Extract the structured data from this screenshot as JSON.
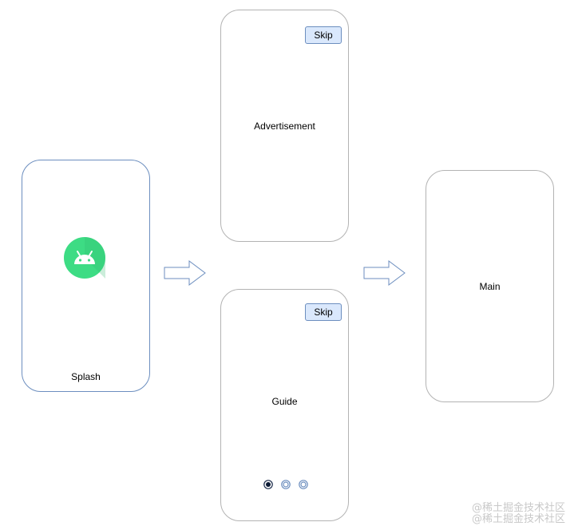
{
  "screens": {
    "splash": {
      "label": "Splash"
    },
    "advertisement": {
      "label": "Advertisement",
      "skip_label": "Skip"
    },
    "guide": {
      "label": "Guide",
      "skip_label": "Skip",
      "pager": {
        "pages": 3,
        "active_index": 0
      }
    },
    "main": {
      "label": "Main"
    }
  },
  "watermark": {
    "line1": "@稀土掘金技术社区",
    "line2": "@稀土掘金技术社区"
  },
  "colors": {
    "blue_stroke": "#6c8ebf",
    "skip_fill": "#dae8fc",
    "gray_stroke": "#b3b3b3",
    "android_green": "#3ddc84"
  },
  "icons": {
    "splash_logo": "android-logo-icon",
    "flow_arrows": "right-arrow-icon"
  }
}
